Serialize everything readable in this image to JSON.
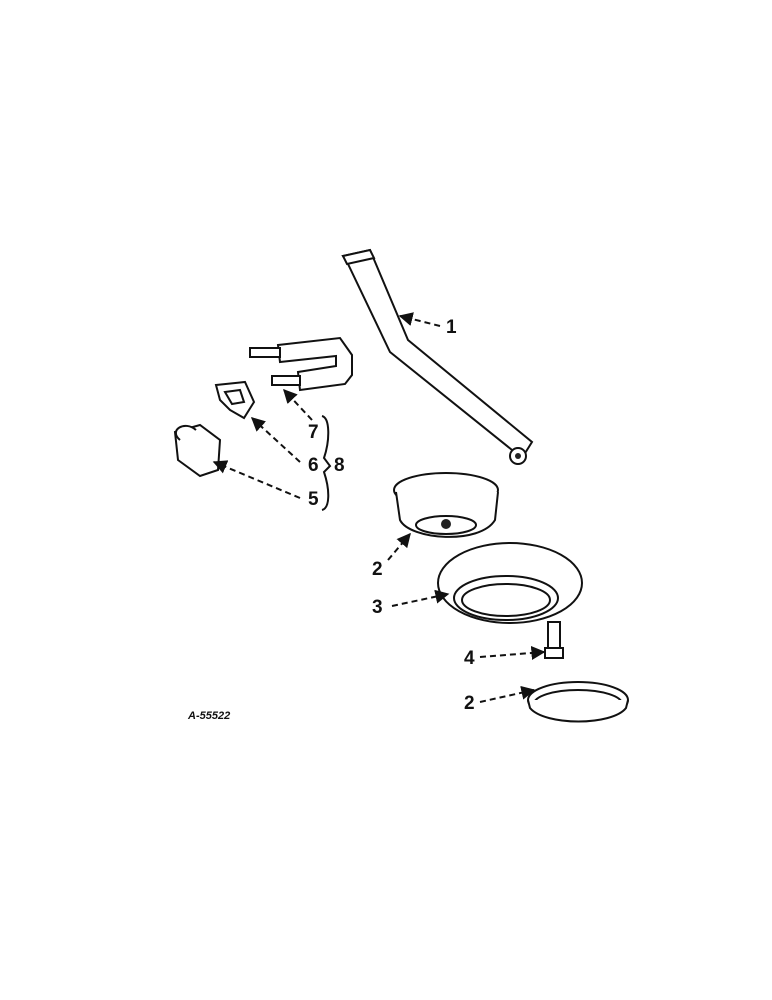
{
  "figure": {
    "reference_code": "A-55522",
    "callouts": {
      "c1": "1",
      "c2a": "2",
      "c3": "3",
      "c4": "4",
      "c2b": "2",
      "c5": "5",
      "c6": "6",
      "c7": "7",
      "c8": "8"
    },
    "brace_symbol": "}"
  },
  "parts": [
    "gauge-wheel-arm",
    "wheel-hub-half",
    "tire",
    "axle-bolt",
    "wheel-hub-half",
    "clamp",
    "clip",
    "u-bracket",
    "bracket-assembly"
  ]
}
